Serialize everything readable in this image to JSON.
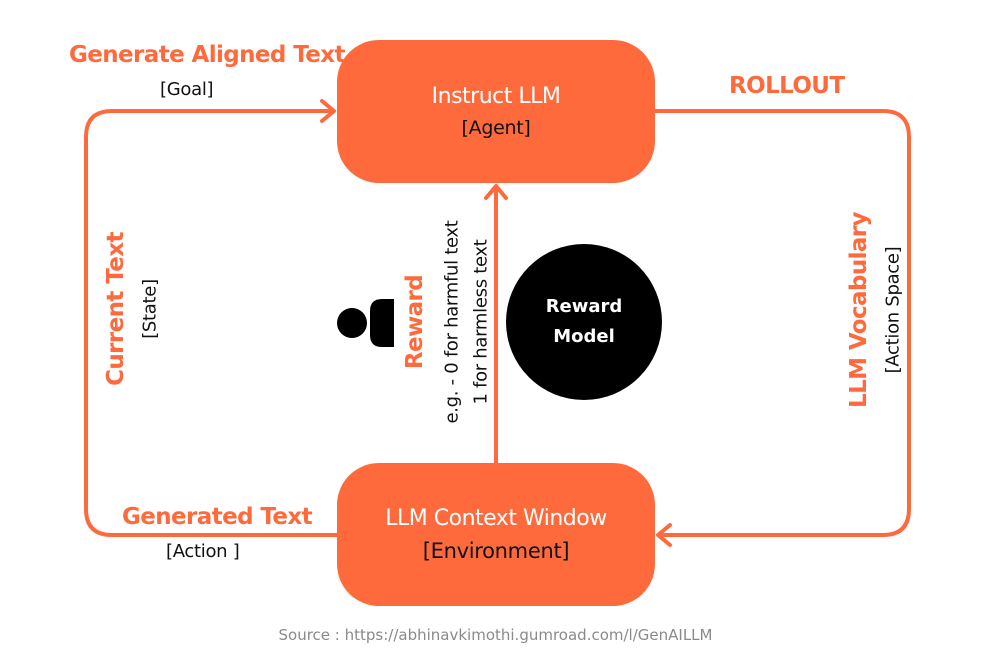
{
  "colors": {
    "accent": "#ff6a3d",
    "text": "#111111",
    "model": "#000000",
    "source": "#8a8a8a"
  },
  "agent": {
    "title": "Instruct LLM",
    "subtitle": "[Agent]"
  },
  "environment": {
    "title": "LLM Context Window",
    "subtitle": "[Environment]"
  },
  "goal": {
    "label": "Generate Aligned Text",
    "tag": "[Goal]"
  },
  "rollout": {
    "label": "ROLLOUT"
  },
  "state": {
    "label": "Current Text",
    "tag": "[State]"
  },
  "action_space": {
    "label": "LLM Vocabulary",
    "tag": "[Action Space]"
  },
  "action": {
    "label": "Generated Text",
    "tag": "[Action ]"
  },
  "reward": {
    "label": "Reward",
    "line1": "e.g. - 0 for harmful text",
    "line2": "1 for harmless text"
  },
  "reward_model": {
    "label": "Reward\nModel",
    "icon": "person-icon"
  },
  "source": {
    "text": "Source : https://abhinavkimothi.gumroad.com/l/GenAILLM"
  }
}
